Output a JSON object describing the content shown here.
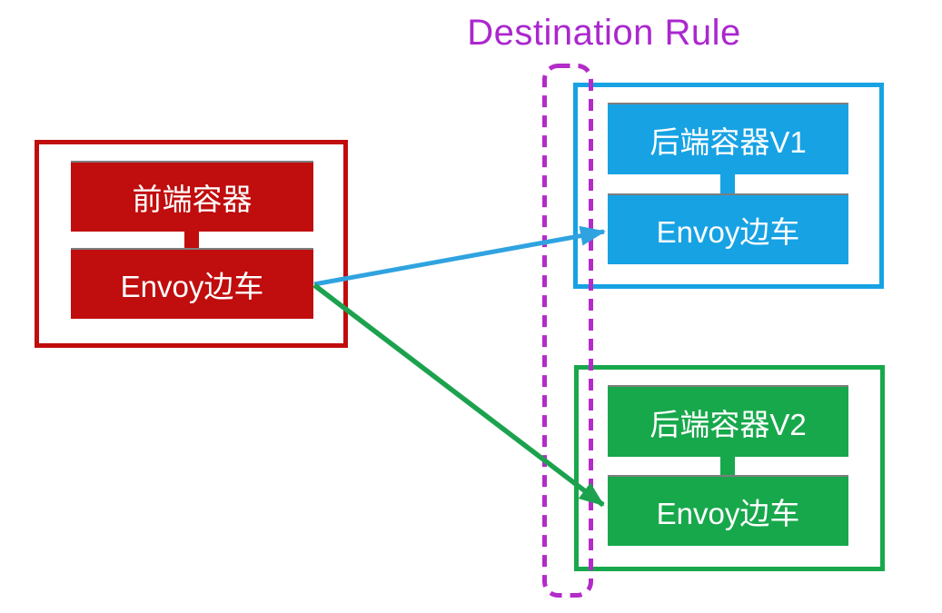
{
  "title": {
    "text": "Destination Rule",
    "color": "#AB27CE"
  },
  "destination_rule_scope": {
    "color": "#B32BC9",
    "style": "dashed-rounded-rect"
  },
  "pods": {
    "frontend": {
      "container": "前端容器",
      "sidecar": "Envoy边车",
      "color": "#C00D0D"
    },
    "backend_v1": {
      "container": "后端容器V1",
      "sidecar": "Envoy边车",
      "color": "#17A2E4"
    },
    "backend_v2": {
      "container": "后端容器V2",
      "sidecar": "Envoy边车",
      "color": "#18A84C"
    }
  },
  "arrows": {
    "to_v1": {
      "color": "#2FA3E0",
      "from": "frontend sidecar",
      "to": "backend v1 sidecar"
    },
    "to_v2": {
      "color": "#1CA24E",
      "from": "frontend sidecar",
      "to": "backend v2 sidecar"
    }
  }
}
